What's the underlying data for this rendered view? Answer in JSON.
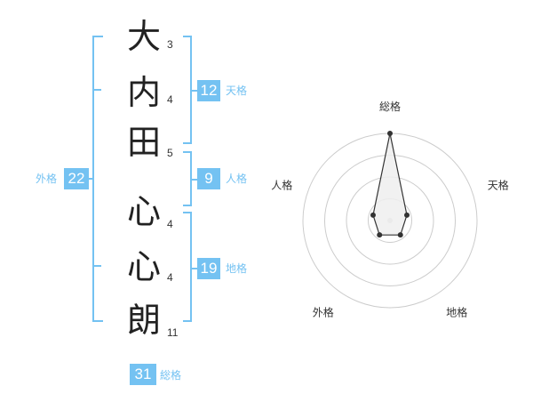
{
  "name": {
    "surname": [
      {
        "char": "大",
        "strokes": "3"
      },
      {
        "char": "内",
        "strokes": "4"
      },
      {
        "char": "田",
        "strokes": "5"
      }
    ],
    "given": [
      {
        "char": "心",
        "strokes": "4"
      },
      {
        "char": "心",
        "strokes": "4"
      },
      {
        "char": "朗",
        "strokes": "11"
      }
    ]
  },
  "kakusu": {
    "tenkaku": {
      "value": "12",
      "label": "天格"
    },
    "jinkaku": {
      "value": "9",
      "label": "人格"
    },
    "chikaku": {
      "value": "19",
      "label": "地格"
    },
    "gaikaku": {
      "value": "22",
      "label": "外格"
    },
    "soukaku": {
      "value": "31",
      "label": "総格"
    }
  },
  "colors": {
    "accent": "#74c2f2",
    "text": "#222222",
    "radar_fill": "#eeeeee"
  },
  "chart_data": {
    "type": "radar",
    "axes": [
      "総格",
      "天格",
      "地格",
      "外格",
      "人格"
    ],
    "values": [
      5,
      1,
      1,
      1,
      1
    ],
    "max": 5
  }
}
